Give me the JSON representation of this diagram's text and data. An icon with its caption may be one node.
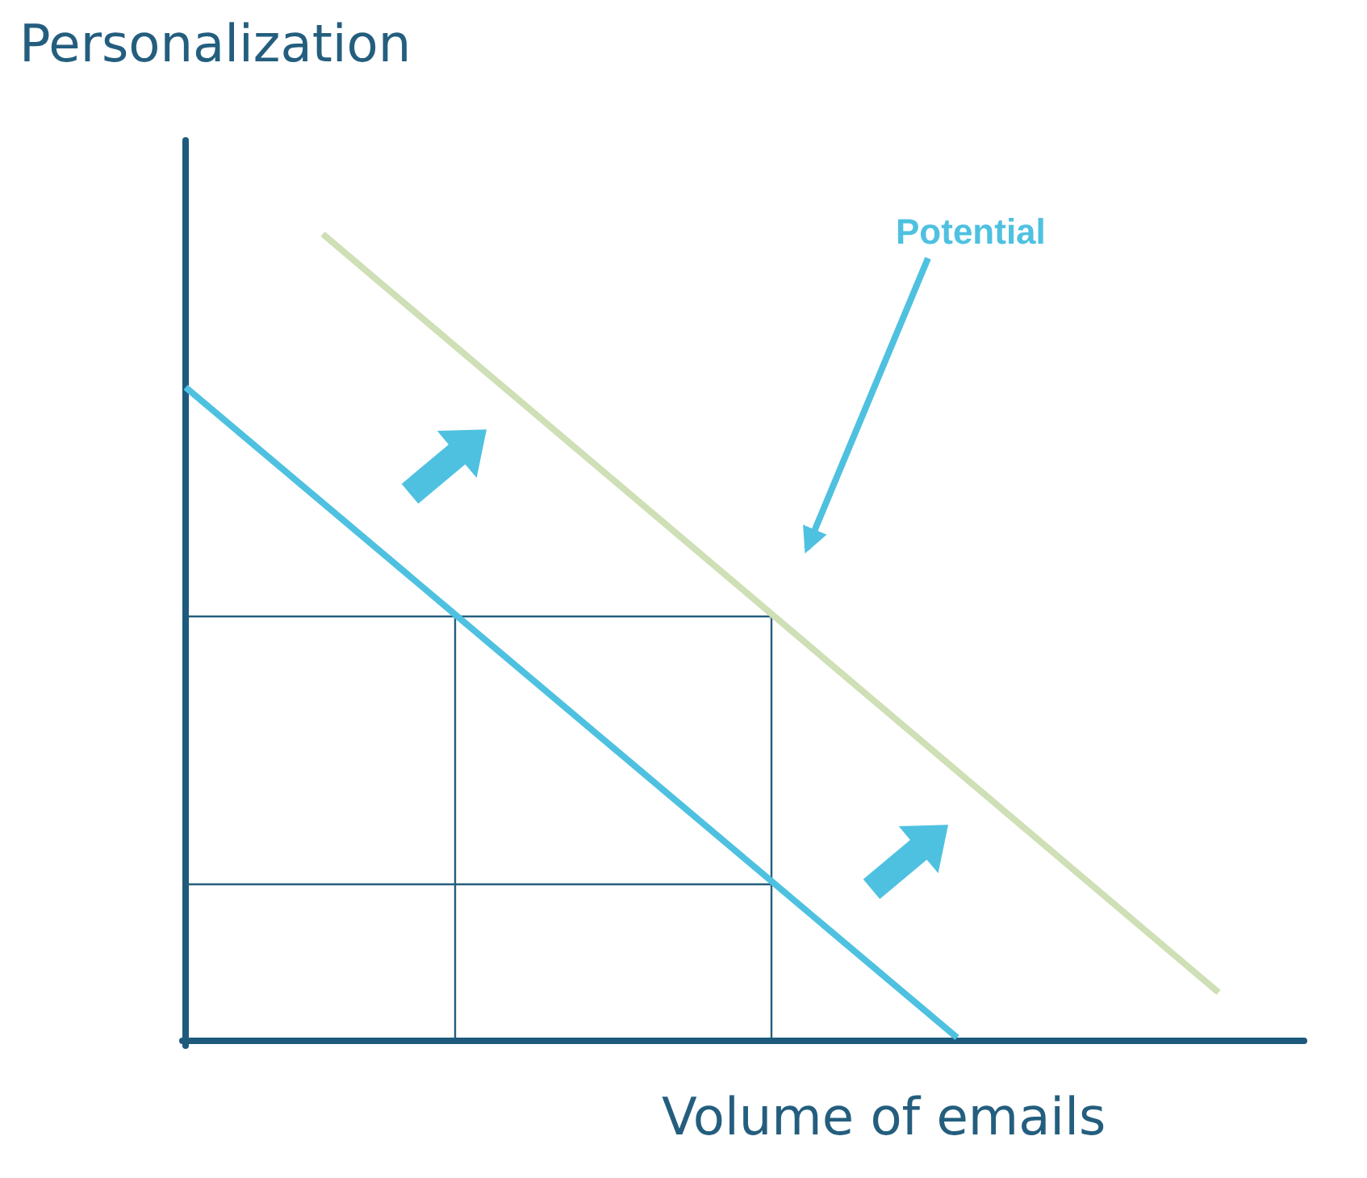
{
  "diagram": {
    "nodes": [
      {
        "text": [
          "Potential"
        ]
      },
      {
        "text": [],
        "shape": "line"
      }
    ],
    "edges": [
      {
        "from": 0,
        "to": 1,
        "arrow": "to"
      }
    ],
    "labels": [
      "Personalization",
      "Volume of emails"
    ]
  }
}
